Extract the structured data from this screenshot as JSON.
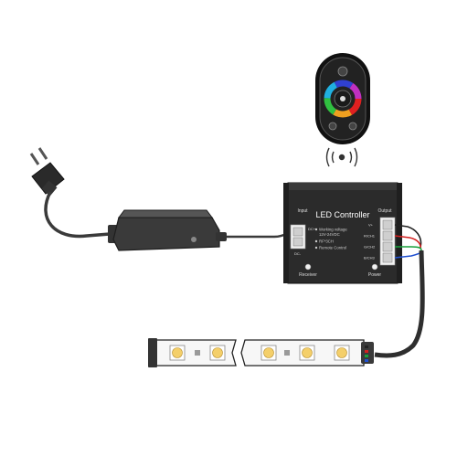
{
  "controller": {
    "title": "LED Controller",
    "input_label": "Input",
    "output_label": "Output",
    "dc_plus": "DC+",
    "dc_minus": "DC-",
    "spec_voltage_title": "Working voltage",
    "spec_voltage_value": "12V-24VDC",
    "spec_channels": "RF*3CH",
    "spec_remote": "Remote Control",
    "receiver_label": "Receiver",
    "power_label": "Power",
    "out_v_plus": "V+",
    "out_r": "R/CH1",
    "out_g": "G/CH2",
    "out_b": "B/CH3"
  },
  "colors": {
    "controller_body": "#2b2b2b",
    "remote_body": "#1a1a1a",
    "wire": "#4a4a4a",
    "wire_v_plus": "#222222",
    "wire_r": "#d32020",
    "wire_g": "#19a03c",
    "wire_b": "#2050d0",
    "led_chip": "#f4cf6a",
    "strip_body": "#f7f7f7"
  },
  "icons": [
    "remote-control",
    "power-adapter",
    "power-plug",
    "led-strip",
    "signal-waves-icon"
  ]
}
